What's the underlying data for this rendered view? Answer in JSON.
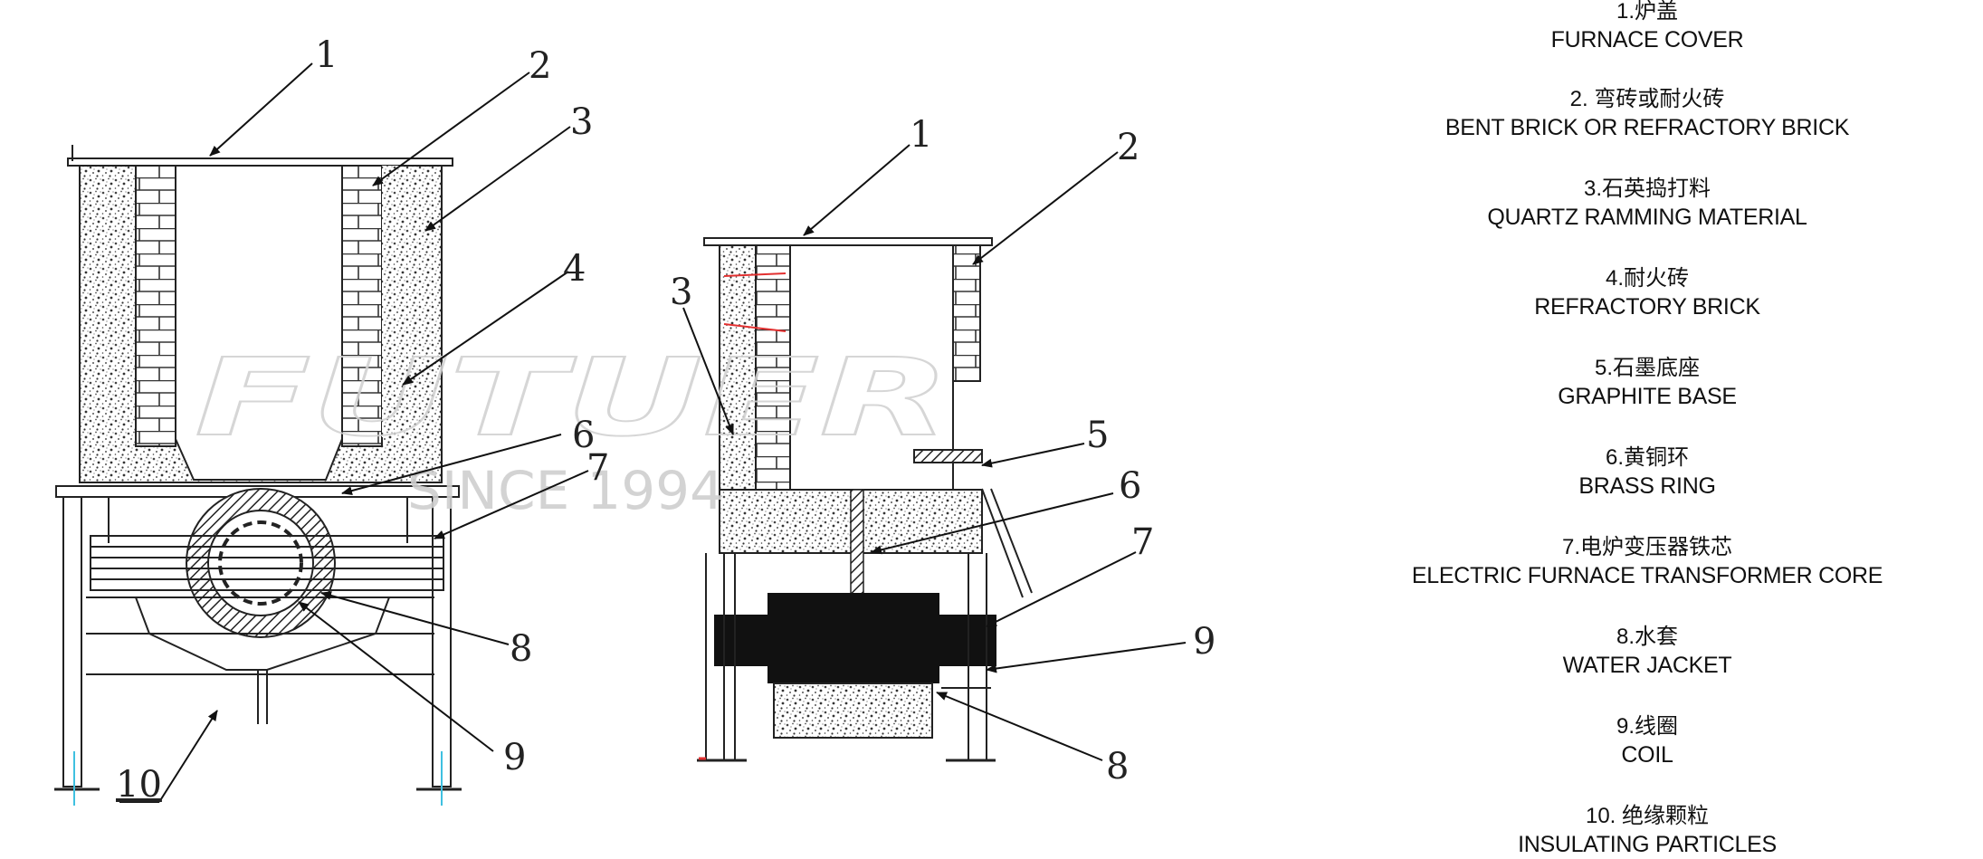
{
  "callouts": {
    "left": [
      "1",
      "2",
      "3",
      "4",
      "6",
      "7",
      "8",
      "9",
      "10"
    ],
    "right": [
      "1",
      "2",
      "3",
      "5",
      "6",
      "7",
      "9",
      "8"
    ]
  },
  "watermark": {
    "brand": "FUTUER",
    "since": "SINCE 1994"
  },
  "legend": [
    {
      "cn": "1.炉盖",
      "en": "FURNACE COVER"
    },
    {
      "cn": "2. 弯砖或耐火砖",
      "en": "BENT BRICK OR REFRACTORY BRICK"
    },
    {
      "cn": "3.石英捣打料",
      "en": "QUARTZ RAMMING MATERIAL"
    },
    {
      "cn": "4.耐火砖",
      "en": "REFRACTORY BRICK"
    },
    {
      "cn": "5.石墨底座",
      "en": "GRAPHITE BASE"
    },
    {
      "cn": "6.黄铜环",
      "en": "BRASS RING"
    },
    {
      "cn": "7.电炉变压器铁芯",
      "en": "ELECTRIC FURNACE TRANSFORMER CORE"
    },
    {
      "cn": "8.水套",
      "en": "WATER JACKET"
    },
    {
      "cn": "9.线圈",
      "en": "COIL"
    },
    {
      "cn": "10. 绝缘颗粒",
      "en": "INSULATING PARTICLES"
    }
  ]
}
